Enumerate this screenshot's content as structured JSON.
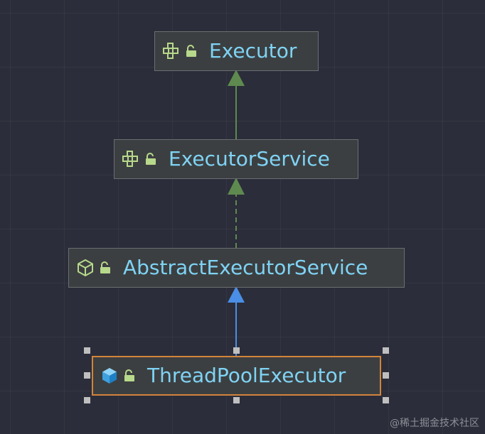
{
  "nodes": [
    {
      "id": "executor",
      "label": "Executor",
      "kind": "interface-icon"
    },
    {
      "id": "executor-service",
      "label": "ExecutorService",
      "kind": "interface-icon"
    },
    {
      "id": "abstract-executor-service",
      "label": "AbstractExecutorService",
      "kind": "abstract-class-icon"
    },
    {
      "id": "thread-pool-executor",
      "label": "ThreadPoolExecutor",
      "kind": "class-icon",
      "selected": true
    }
  ],
  "edges": [
    {
      "from": "executor-service",
      "to": "executor",
      "style": "solid",
      "color": "#5f8a4f"
    },
    {
      "from": "abstract-executor-service",
      "to": "executor-service",
      "style": "dashed",
      "color": "#5f8a4f"
    },
    {
      "from": "thread-pool-executor",
      "to": "abstract-executor-service",
      "style": "solid",
      "color": "#4a8ee6"
    }
  ],
  "colors": {
    "background": "#2b2d3a",
    "node_fill": "#3c3f41",
    "node_text": "#7fd3f4",
    "interface_icon": "#b7d98b",
    "selection_border": "#d2843a"
  },
  "watermark": "@稀土掘金技术社区"
}
